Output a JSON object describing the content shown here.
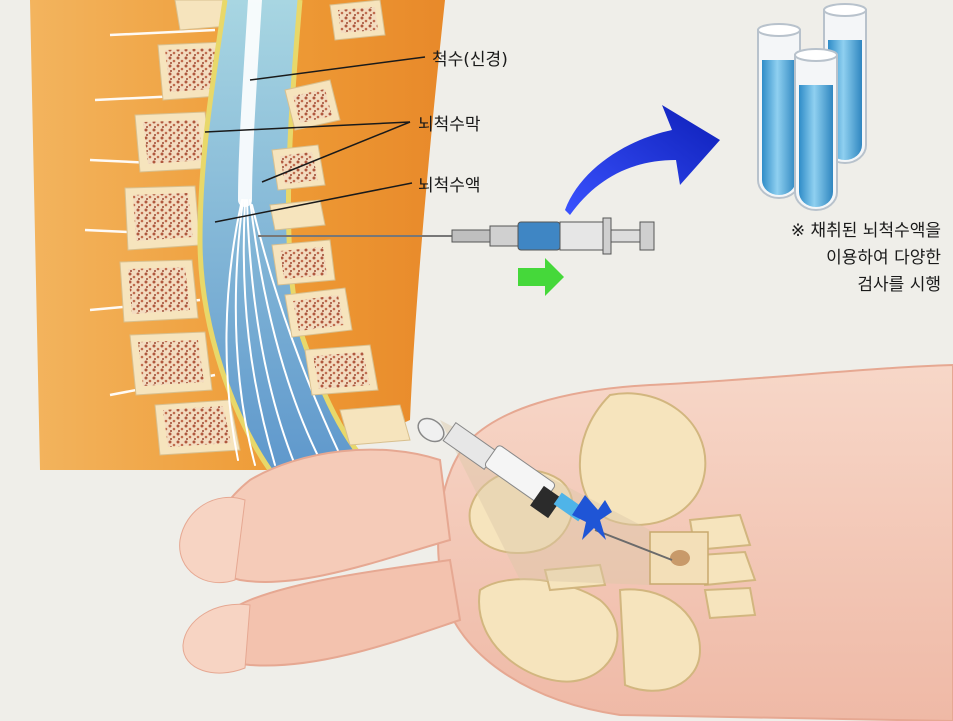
{
  "labels": {
    "spinal_cord": "척수(신경)",
    "meninges": "뇌척수막",
    "csf": "뇌척수액"
  },
  "note": {
    "line1": "※  채취된 뇌척수액을",
    "line2": "이용하여 다양한",
    "line3": "검사를 시행"
  },
  "colors": {
    "background": "#efeee9",
    "tissue_orange": "#f0a03c",
    "csf_blue": "#6aaed4",
    "vertebra": "#f6e4bd",
    "skin": "#f4c9b6",
    "arrow_blue": "#1e2fe0",
    "arrow_green": "#45d83a",
    "tube_liquid": "#4aa6d8"
  },
  "icons": {
    "syringe": "syringe-icon",
    "test_tube": "test-tube-icon",
    "curved_arrow": "curved-arrow-icon",
    "right_arrow": "right-arrow-icon"
  }
}
